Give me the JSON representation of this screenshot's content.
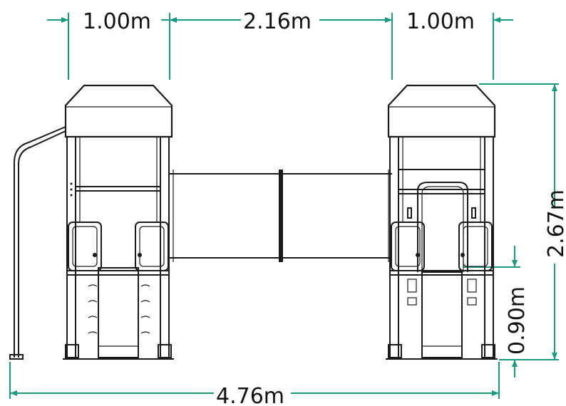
{
  "dimensions": {
    "left_tower_width": "1.00m",
    "gap_width": "2.16m",
    "right_tower_width": "1.00m",
    "total_height": "2.67m",
    "deck_height": "0.90m",
    "total_width": "4.76m"
  },
  "colors": {
    "dimension_lines": "#1a9a7f",
    "line_work": "#1a1a1a",
    "background": "#ffffff"
  }
}
